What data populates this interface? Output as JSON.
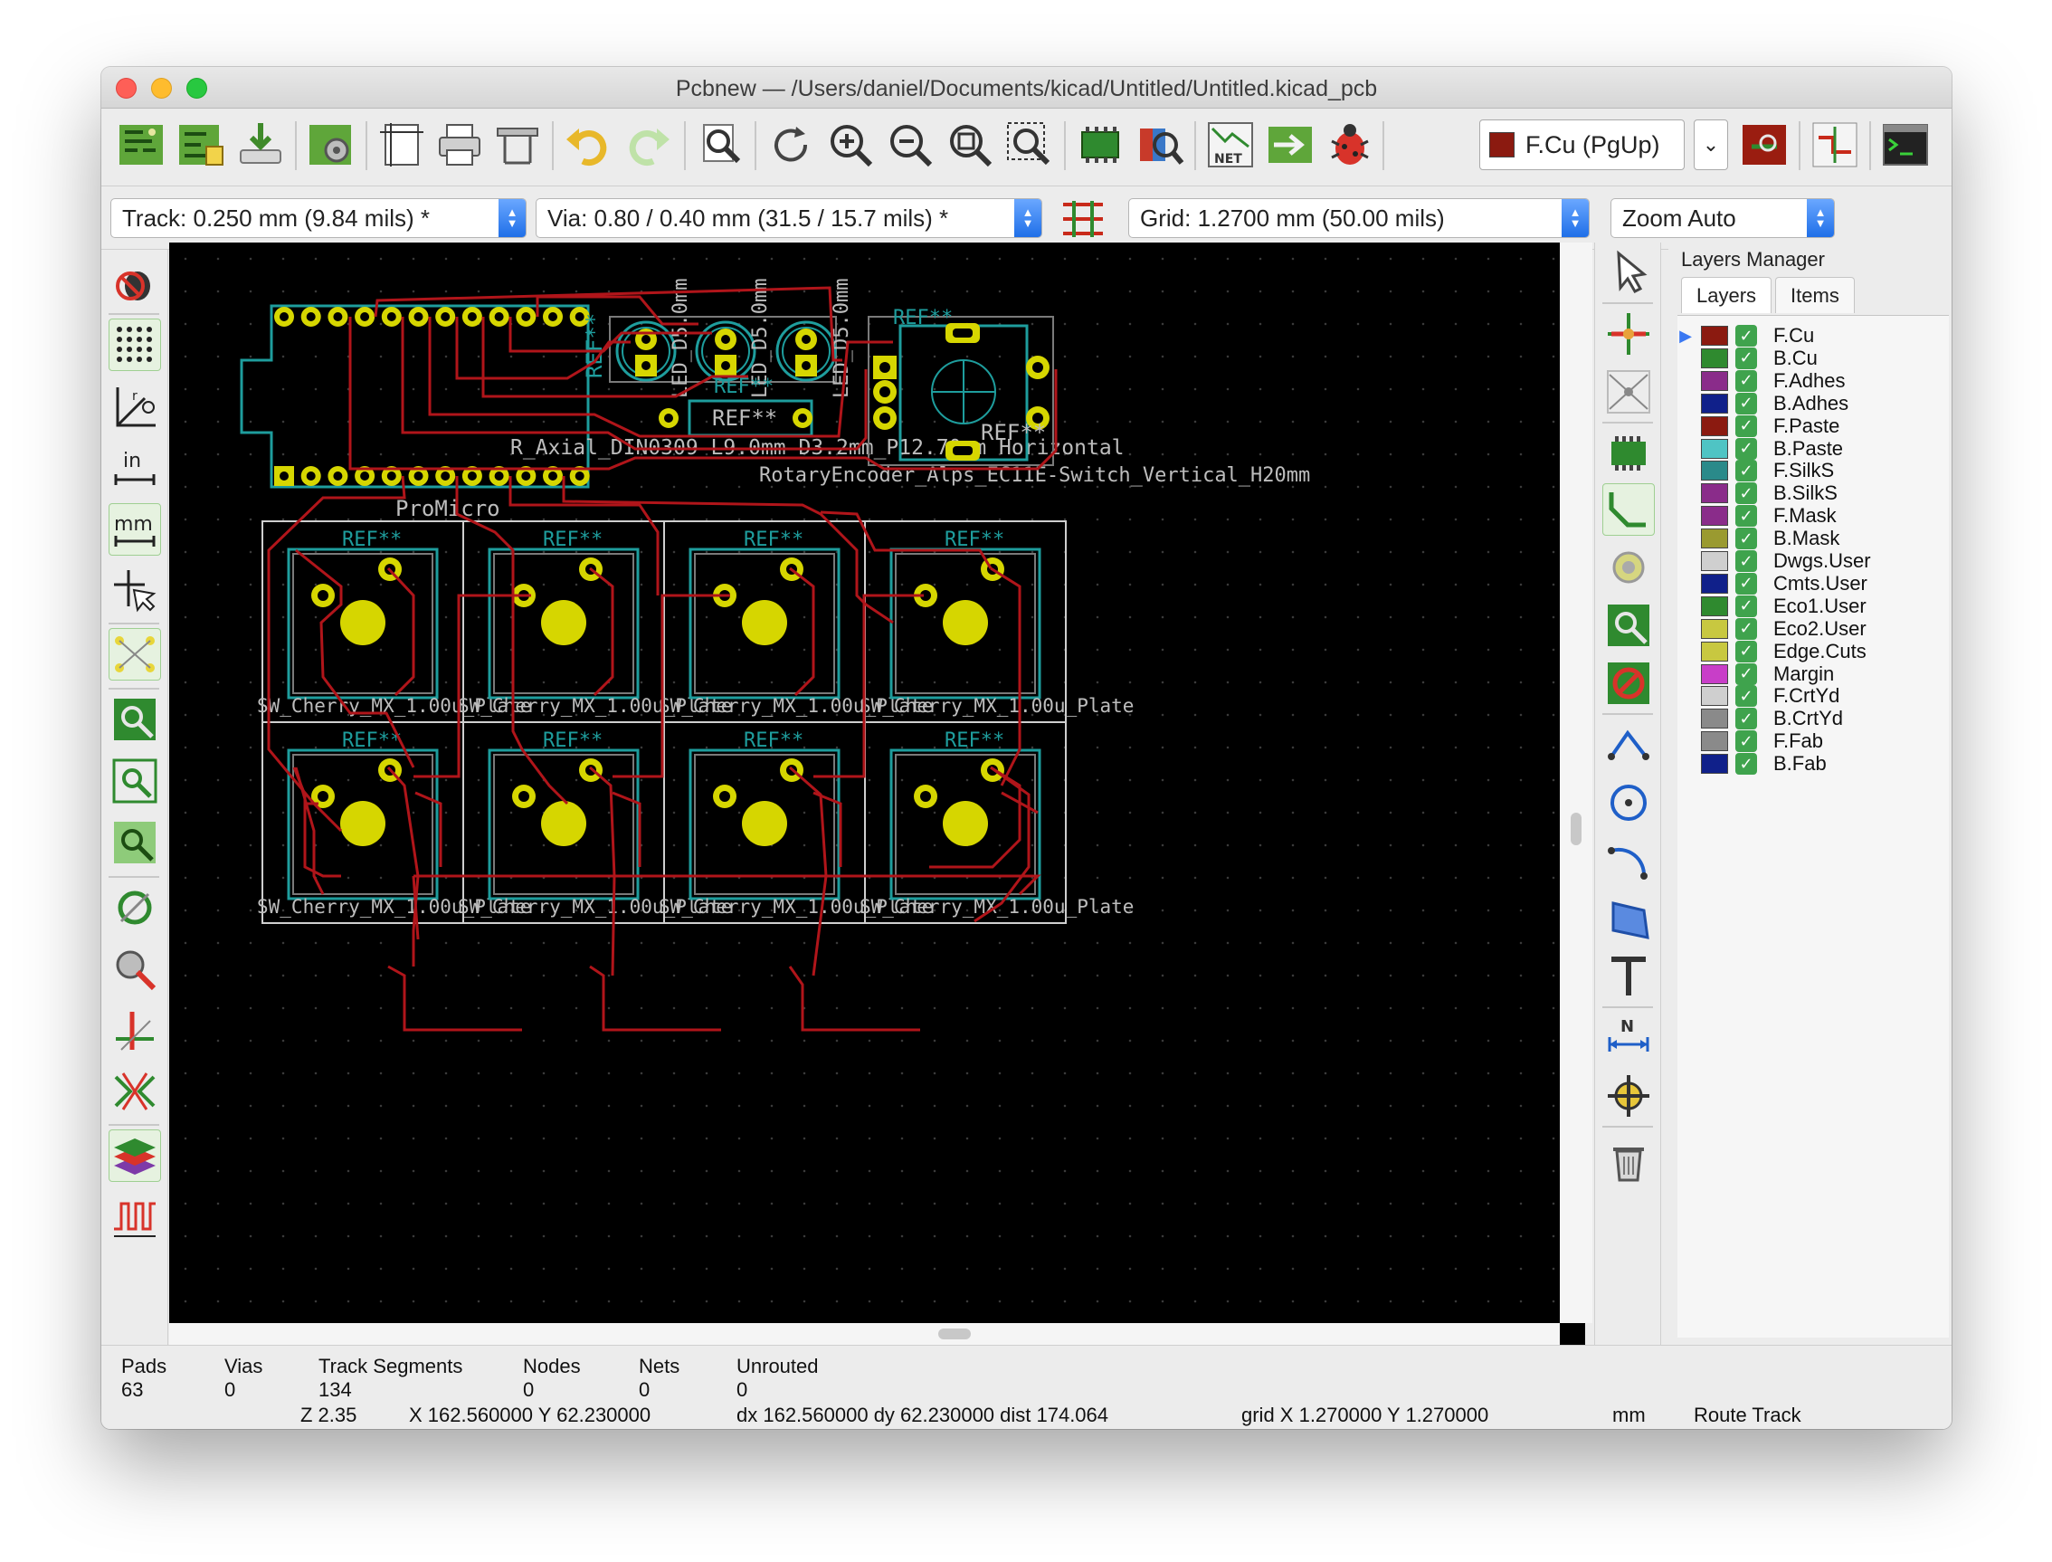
{
  "window": {
    "title": "Pcbnew — /Users/daniel/Documents/kicad/Untitled/Untitled.kicad_pcb"
  },
  "toolbar": {
    "active_layer": "F.Cu (PgUp)"
  },
  "secondary_toolbar": {
    "track": "Track: 0.250 mm (9.84 mils) *",
    "via": "Via: 0.80 / 0.40 mm (31.5 / 15.7 mils) *",
    "grid": "Grid: 1.2700 mm (50.00 mils)",
    "zoom": "Zoom Auto"
  },
  "canvas": {
    "labels": {
      "promicro": "ProMicro",
      "resistor": "R_Axial_DIN0309_L9.0mm_D3.2mm_P12.70mm_Horizontal",
      "encoder": "RotaryEncoder_Alps_EC11E-Switch_Vertical_H20mm",
      "ref": "REF**",
      "led_a": "LED_D5.0mm",
      "led_b": "LED_D5.0mm",
      "led_c": "LED_D5.0mm",
      "switch": "SW_Cherry_MX_1.00u_Plate"
    }
  },
  "layers_panel": {
    "title": "Layers Manager",
    "tabs": [
      "Layers",
      "Items"
    ],
    "layers": [
      {
        "name": "F.Cu",
        "color": "#8b1a10",
        "active": true
      },
      {
        "name": "B.Cu",
        "color": "#2f8a2f"
      },
      {
        "name": "F.Adhes",
        "color": "#8a2c8a"
      },
      {
        "name": "B.Adhes",
        "color": "#10208a"
      },
      {
        "name": "F.Paste",
        "color": "#8b1a10"
      },
      {
        "name": "B.Paste",
        "color": "#4fc4c4"
      },
      {
        "name": "F.SilkS",
        "color": "#2a8a8a"
      },
      {
        "name": "B.SilkS",
        "color": "#8a2c8a"
      },
      {
        "name": "F.Mask",
        "color": "#8a2c8a"
      },
      {
        "name": "B.Mask",
        "color": "#9a9a30"
      },
      {
        "name": "Dwgs.User",
        "color": "#cfcfcf"
      },
      {
        "name": "Cmts.User",
        "color": "#10208a"
      },
      {
        "name": "Eco1.User",
        "color": "#2f8a2f"
      },
      {
        "name": "Eco2.User",
        "color": "#c8c840"
      },
      {
        "name": "Edge.Cuts",
        "color": "#c8c840"
      },
      {
        "name": "Margin",
        "color": "#c83ec8"
      },
      {
        "name": "F.CrtYd",
        "color": "#cfcfcf"
      },
      {
        "name": "B.CrtYd",
        "color": "#8a8a8a"
      },
      {
        "name": "F.Fab",
        "color": "#8a8a8a"
      },
      {
        "name": "B.Fab",
        "color": "#10208a"
      }
    ]
  },
  "status": {
    "pads_label": "Pads",
    "pads": "63",
    "vias_label": "Vias",
    "vias": "0",
    "tracks_label": "Track Segments",
    "tracks": "134",
    "nodes_label": "Nodes",
    "nodes": "0",
    "nets_label": "Nets",
    "nets": "0",
    "unrouted_label": "Unrouted",
    "unrouted": "0",
    "zoom": "Z 2.35",
    "xy": "X 162.560000  Y 62.230000",
    "dxdy": "dx 162.560000  dy 62.230000  dist 174.064",
    "grid": "grid X 1.270000  Y 1.270000",
    "units": "mm",
    "mode": "Route Track"
  }
}
